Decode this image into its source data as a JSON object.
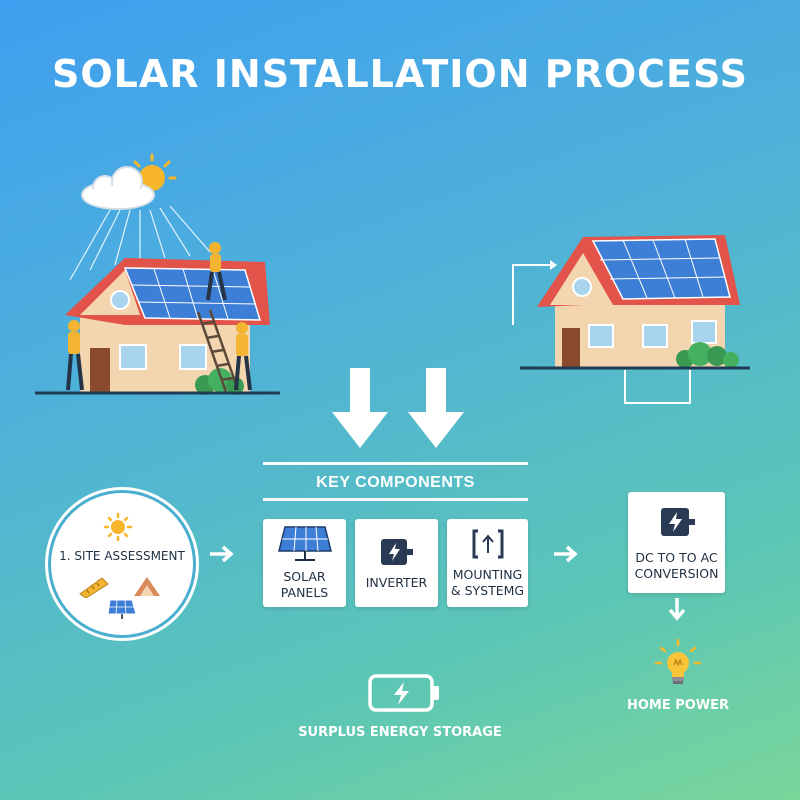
{
  "title": "SOLAR INSTALLATION PROCESS",
  "key_components": {
    "heading": "KEY COMPONENTS",
    "items": [
      {
        "label": "SOLAR PANELS",
        "icon": "solar-panel-icon"
      },
      {
        "label": "INVERTER",
        "icon": "inverter-icon"
      },
      {
        "label": "MOUNTING & SYSTEMG",
        "icon": "mounting-bracket-icon"
      }
    ]
  },
  "site_assessment": {
    "label": "1. SITE ASSESSMENT",
    "icons": [
      "sun-icon",
      "ruler-icon",
      "roof-icon",
      "solar-panel-icon"
    ]
  },
  "conversion": {
    "label": "DC to to AC CONVERSION",
    "icon": "inverter-icon"
  },
  "home_power": {
    "label": "HOME POWER",
    "icon": "light-bulb-icon"
  },
  "storage": {
    "label": "SURPLUS ENERGY STORAGE",
    "icon": "battery-icon"
  },
  "colors": {
    "roof": "#e2534a",
    "wall": "#f3d6b0",
    "panel": "#3d7fd6",
    "worker": "#f2b431",
    "accent_line": "#ffffff",
    "text_dark": "#1e3042"
  }
}
